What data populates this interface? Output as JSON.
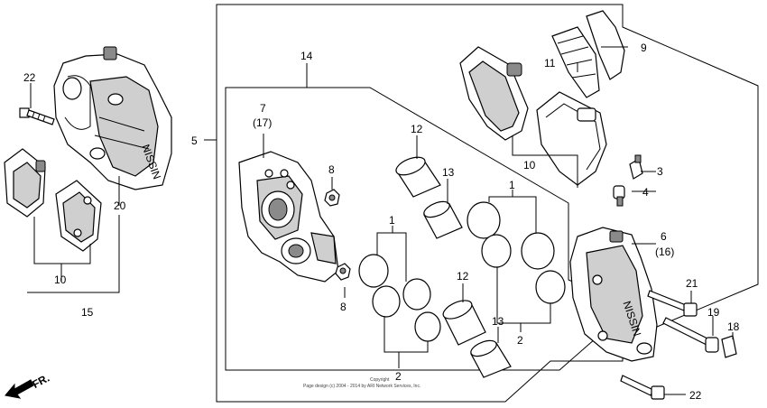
{
  "diagram": {
    "callouts": [
      {
        "id": "c22a",
        "text": "22"
      },
      {
        "id": "c20",
        "text": "20"
      },
      {
        "id": "c10a",
        "text": "10"
      },
      {
        "id": "c15",
        "text": "15"
      },
      {
        "id": "c5",
        "text": "5"
      },
      {
        "id": "c14",
        "text": "14"
      },
      {
        "id": "c7",
        "text": "7"
      },
      {
        "id": "c17",
        "text": "(17)"
      },
      {
        "id": "c8a",
        "text": "8"
      },
      {
        "id": "c8b",
        "text": "8"
      },
      {
        "id": "c12a",
        "text": "12"
      },
      {
        "id": "c13a",
        "text": "13"
      },
      {
        "id": "c1a",
        "text": "1"
      },
      {
        "id": "c1b",
        "text": "1"
      },
      {
        "id": "c12b",
        "text": "12"
      },
      {
        "id": "c13b",
        "text": "13"
      },
      {
        "id": "c2a",
        "text": "2"
      },
      {
        "id": "c2b",
        "text": "2"
      },
      {
        "id": "c9",
        "text": "9"
      },
      {
        "id": "c11",
        "text": "11"
      },
      {
        "id": "c10b",
        "text": "10"
      },
      {
        "id": "c3",
        "text": "3"
      },
      {
        "id": "c4",
        "text": "4"
      },
      {
        "id": "c6",
        "text": "6"
      },
      {
        "id": "c16",
        "text": "(16)"
      },
      {
        "id": "c21",
        "text": "21"
      },
      {
        "id": "c19",
        "text": "19"
      },
      {
        "id": "c18",
        "text": "18"
      },
      {
        "id": "c22b",
        "text": "22"
      }
    ],
    "caliper_logo_text": "NISSIN",
    "front_arrow_label": "FR.",
    "copyright_line1": "Copyright",
    "copyright_line2": "Page design (c) 2004 - 2014 by ARI Network Services, Inc."
  }
}
